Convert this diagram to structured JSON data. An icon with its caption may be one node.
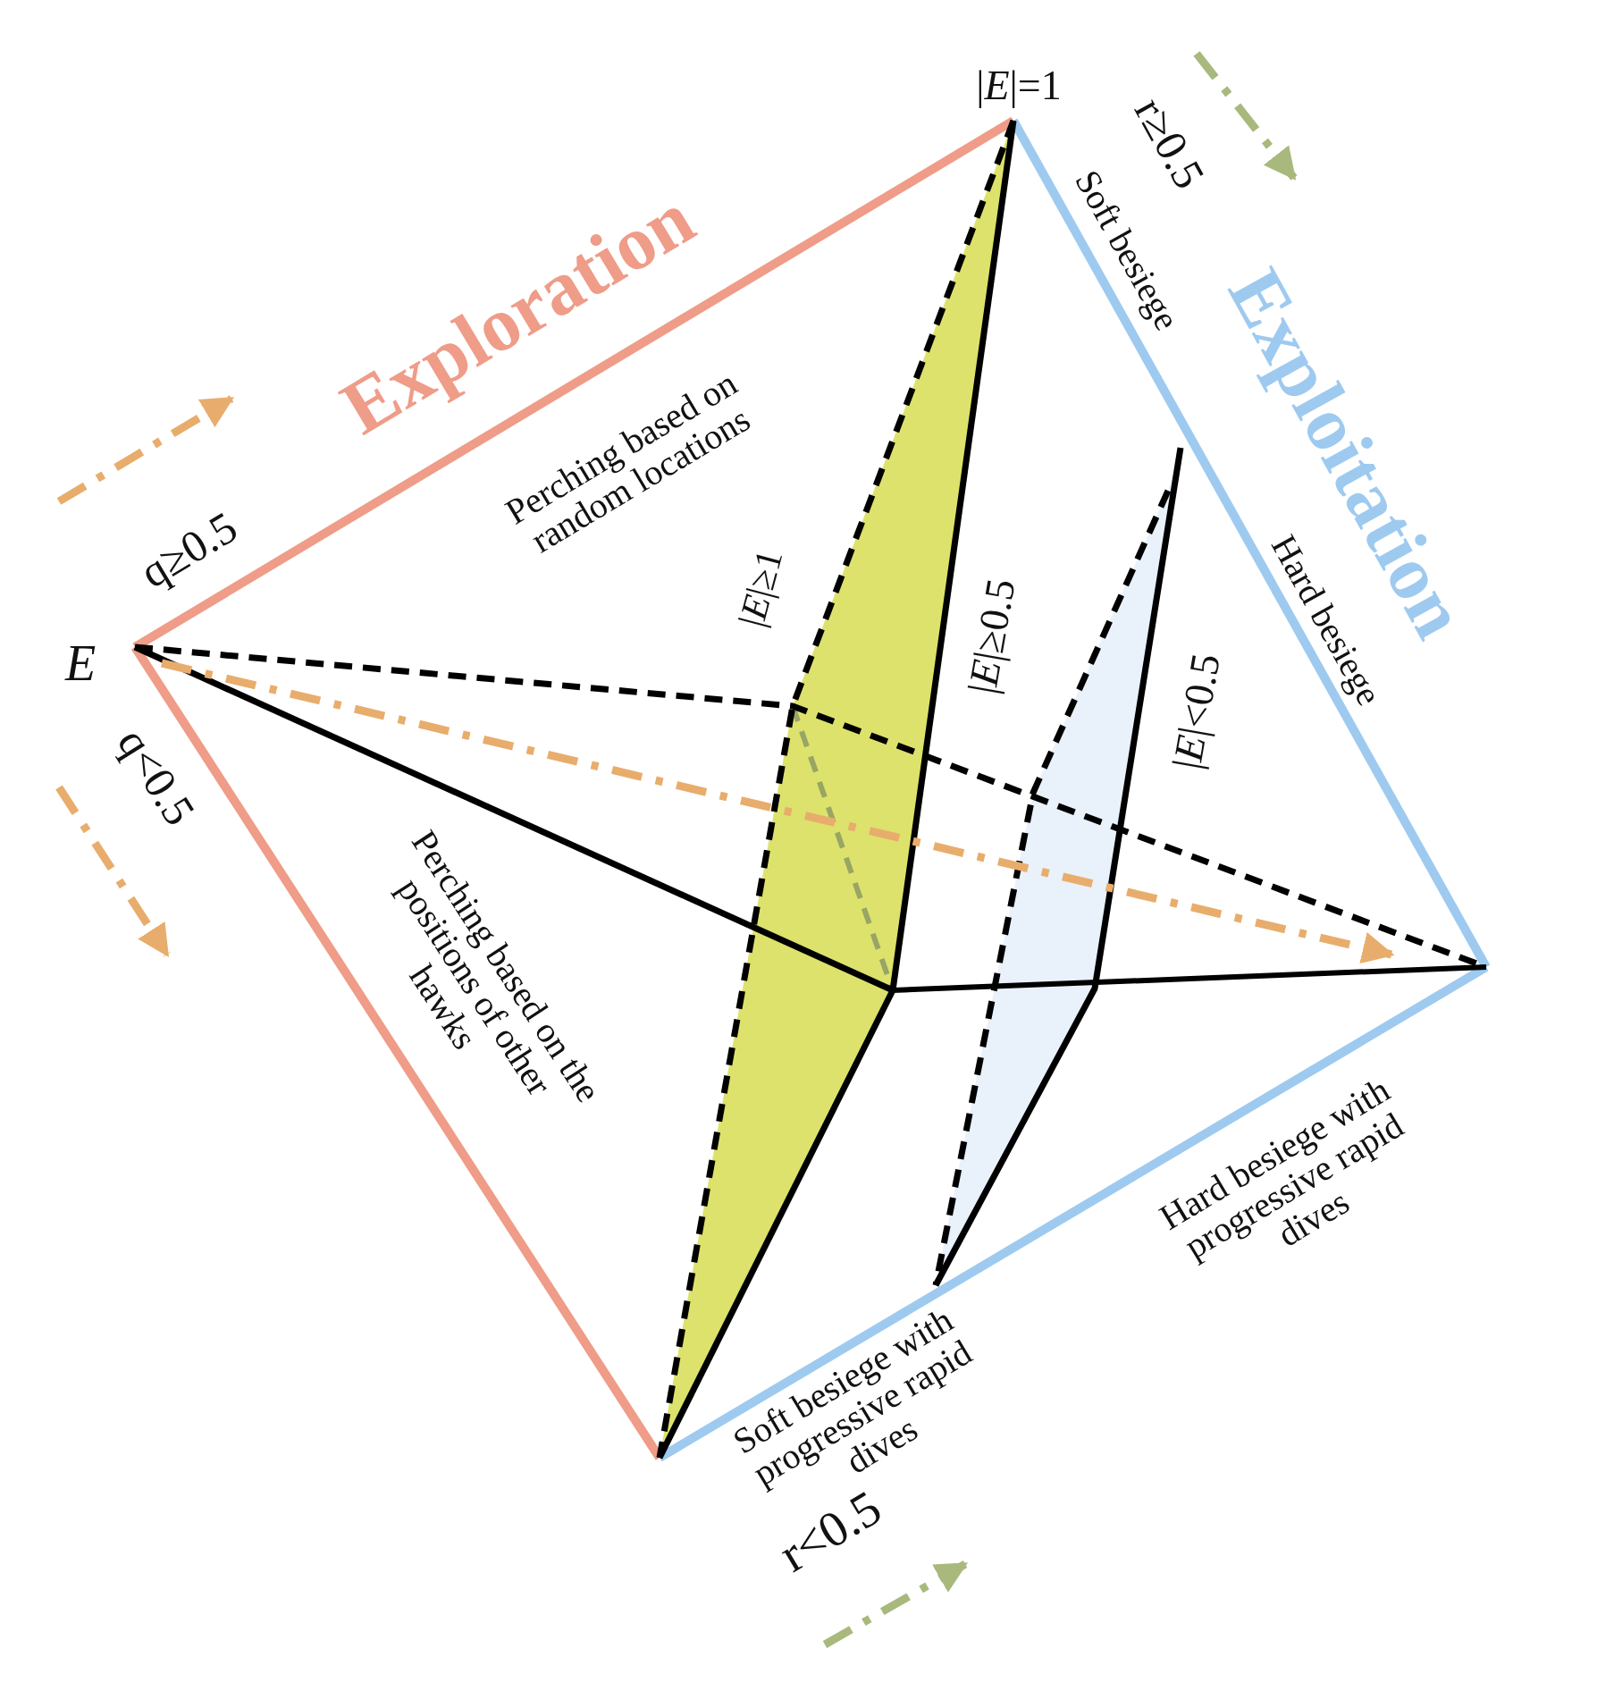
{
  "diagram": {
    "labels": [
      "|*E*|=1",
      "r≥0.5",
      "Soft besiege",
      "Exploration",
      "Exploitation",
      "Perching based on random locations",
      "q≥0.5",
      "*E*",
      "|*E*|≥1",
      "|*E*|≥0.5",
      "Hard besiege",
      "|*E*|<0.5",
      "q<0.5",
      "Perching based on the positions of other hawks",
      "Hard besiege with progressive rapid dives",
      "Soft besiege with progressive rapid dives",
      "r<0.5"
    ]
  }
}
